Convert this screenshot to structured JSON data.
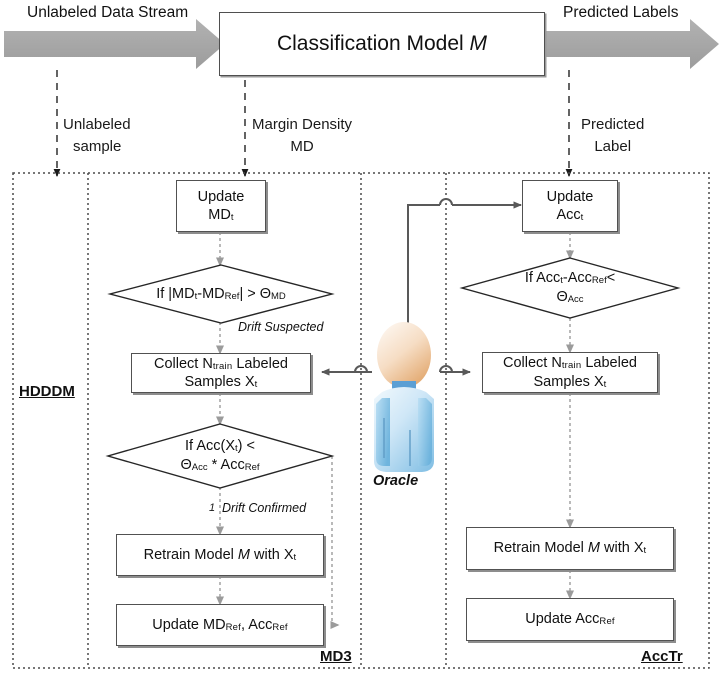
{
  "diagram": {
    "title": "MD3 and AccTr drift detection flowchart",
    "top_flow": {
      "input_arrow_label": "Unlabeled Data Stream",
      "output_arrow_label": "Predicted Labels",
      "model_box": "Classification Model",
      "model_symbol": "M",
      "arrow_color": "#a6a6a6"
    },
    "tap_labels": [
      {
        "line1": "Unlabeled",
        "line2": "sample"
      },
      {
        "line1": "Margin Density",
        "line2": "MD"
      },
      {
        "line1": "Predicted",
        "line2": "Label"
      }
    ],
    "panels": [
      {
        "id": "hdddm",
        "caption": "HDDDM"
      },
      {
        "id": "md3",
        "caption": "MD3"
      },
      {
        "id": "acctr",
        "caption": "AccTr"
      }
    ],
    "md3": {
      "update_md": {
        "line1": "Update",
        "line2": "MD",
        "line2_sub": "t"
      },
      "decision_md": {
        "text": "If |MD",
        "sub1": "t",
        "mid": "-MD",
        "sub2": "Ref",
        "tail": "| > ",
        "theta": "Θ",
        "theta_sub": "MD"
      },
      "drift_suspected": "Drift Suspected",
      "collect": {
        "pre": "Collect N",
        "sub": "train",
        "post": " Labeled",
        "line2": "Samples X",
        "line2_sub": "t"
      },
      "decision_acc": {
        "line1": "If Acc(X",
        "line1_sub": "t",
        "line1_post": ") <",
        "theta": "Θ",
        "theta_sub": "Acc",
        "mul": " * Acc",
        "acc_sub": "Ref"
      },
      "drift_confirmed": "Drift Confirmed",
      "drift_confirmed_marker": "1",
      "retrain": {
        "pre": "Retrain Model ",
        "italic": "M",
        "post": " with X",
        "sub": "t"
      },
      "update_ref": {
        "pre": "Update MD",
        "sub1": "Ref",
        "mid": ", Acc",
        "sub2": "Ref"
      }
    },
    "acctr": {
      "update_acc": {
        "line1": "Update",
        "line2": "Acc",
        "line2_sub": "t"
      },
      "decision_acc": {
        "line1pre": "If Acc",
        "line1sub1": "t",
        "line1mid": "-Acc",
        "line1sub2": "Ref",
        "line1post": "<",
        "theta": "Θ",
        "theta_sub": "Acc"
      },
      "collect": {
        "pre": "Collect N",
        "sub": "train",
        "post": " Labeled",
        "line2": "Samples X",
        "line2_sub": "t"
      },
      "retrain": {
        "pre": "Retrain Model ",
        "italic": "M",
        "post": " with X",
        "sub": "t"
      },
      "update_ref": {
        "pre": "Update Acc",
        "sub": "Ref"
      }
    },
    "oracle": {
      "label": "Oracle"
    }
  }
}
